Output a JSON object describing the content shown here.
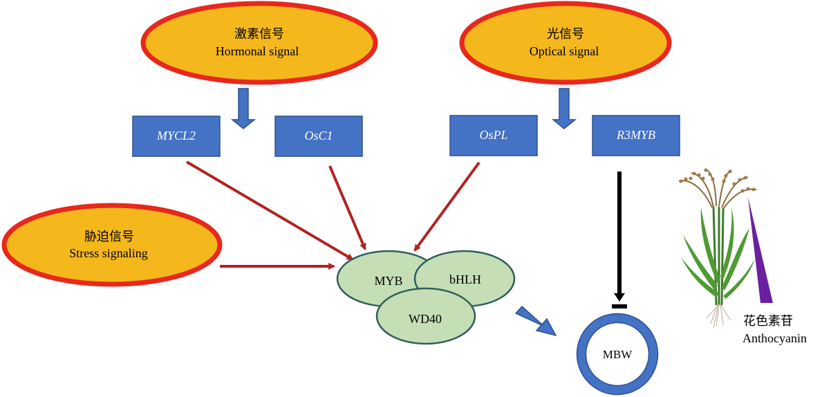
{
  "signals": {
    "hormonal": {
      "zh": "激素信号",
      "en": "Hormonal signal"
    },
    "optical": {
      "zh": "光信号",
      "en": "Optical signal"
    },
    "stress": {
      "zh": "胁迫信号",
      "en": "Stress signaling"
    }
  },
  "genes": {
    "mycl2": "MYCL2",
    "osc1": "OsC1",
    "ospl": "OsPL",
    "r3myb": "R3MYB"
  },
  "complex": {
    "myb": "MYB",
    "bhlh": "bHLH",
    "wd40": "WD40",
    "mbw": "MBW"
  },
  "output": {
    "zh": "花色素苷",
    "en": "Anthocyanin"
  },
  "colors": {
    "signal_fill": "#F4B71C",
    "signal_border": "#E8281C",
    "gene_box": "#4472C4",
    "complex_fill": "#C5DEB5",
    "complex_border": "#2F5D5A",
    "activation_arrow": "#B22222",
    "block_arrow": "#4472C4",
    "inhibition": "#000000",
    "anthocyanin_wedge": "#6A1FA0"
  }
}
